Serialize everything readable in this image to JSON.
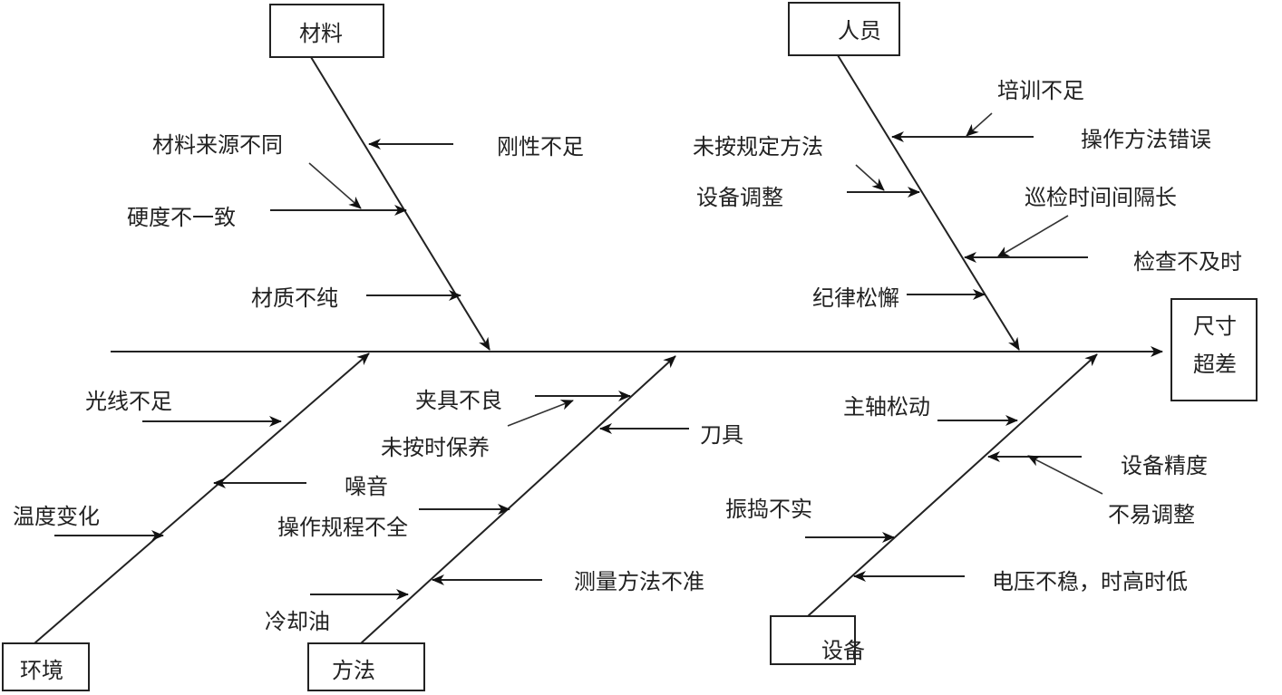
{
  "diagram": {
    "type": "fishbone",
    "effect": {
      "line1": "尺寸",
      "line2": "超差"
    },
    "categories": {
      "material": {
        "label": "材料",
        "causes": [
          "材料来源不同",
          "刚性不足",
          "硬度不一致",
          "材质不纯"
        ]
      },
      "people": {
        "label": "人员",
        "causes": [
          "培训不足",
          "操作方法错误",
          "未按规定方法",
          "设备调整",
          "巡检时间间隔长",
          "检查不及时",
          "纪律松懈"
        ]
      },
      "environment": {
        "label": "环境",
        "causes": [
          "光线不足",
          "噪音",
          "温度变化"
        ]
      },
      "method": {
        "label": "方法",
        "causes": [
          "夹具不良",
          "未按时保养",
          "刀具",
          "操作规程不全",
          "测量方法不准",
          "冷却油"
        ]
      },
      "equipment": {
        "label": "设备",
        "causes": [
          "主轴松动",
          "设备精度",
          "不易调整",
          "振捣不实",
          "电压不稳，时高时低"
        ]
      }
    }
  }
}
